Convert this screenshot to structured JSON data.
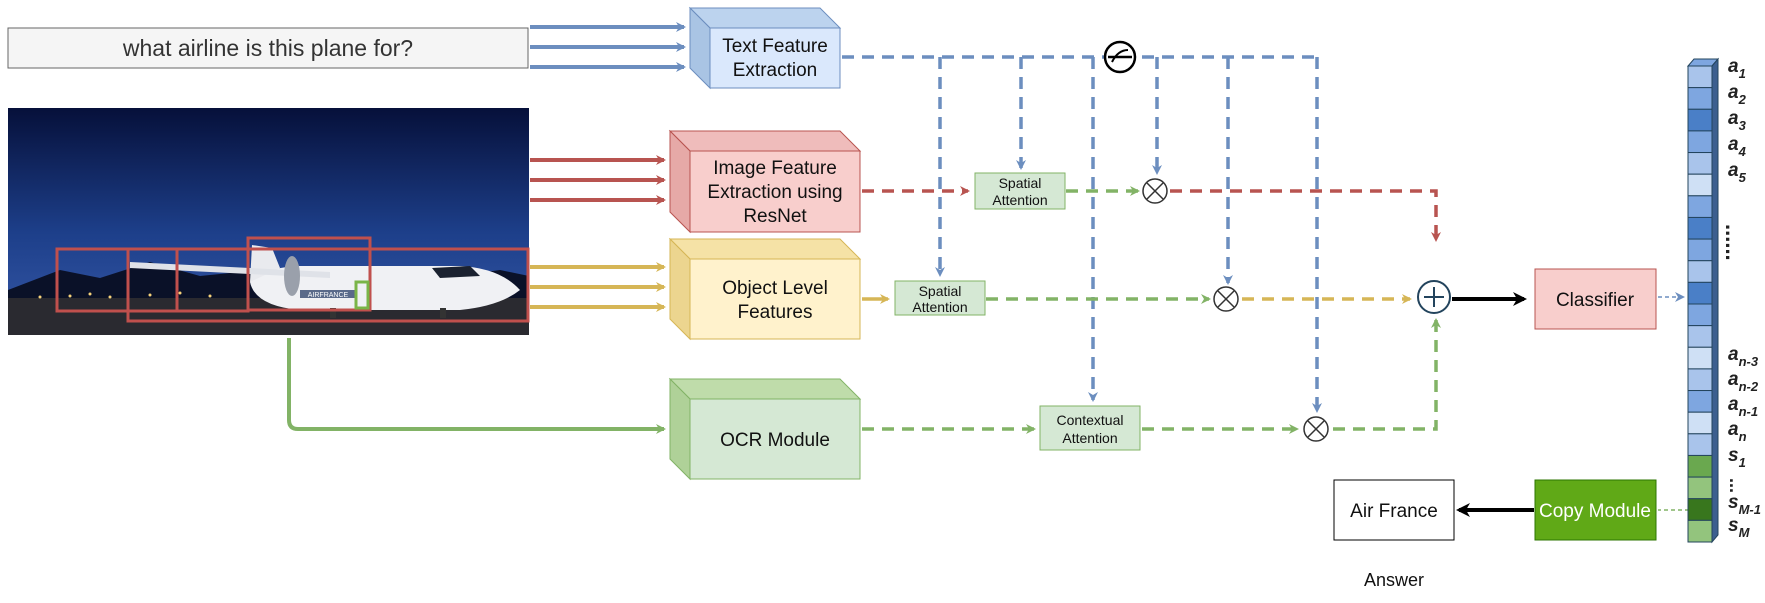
{
  "question": "what airline is this plane for?",
  "modules": {
    "text_feature": [
      "Text Feature",
      "Extraction"
    ],
    "image_feature": [
      "Image Feature",
      "Extraction using",
      "ResNet"
    ],
    "object_level": [
      "Object Level",
      "Features"
    ],
    "ocr": "OCR Module",
    "classifier": "Classifier",
    "copy_module": "Copy Module"
  },
  "attention": {
    "spatial_top": [
      "Spatial",
      "Attention"
    ],
    "spatial_mid": [
      "Spatial",
      "Attention"
    ],
    "contextual": [
      "Contextual",
      "Attention"
    ]
  },
  "image_scene": {
    "ocr_token": "AIRFRANCE"
  },
  "answer": {
    "value": "Air France",
    "label": "Answer"
  },
  "vocab": {
    "answer_tokens": [
      {
        "base": "a",
        "sub": "1"
      },
      {
        "base": "a",
        "sub": "2"
      },
      {
        "base": "a",
        "sub": "3"
      },
      {
        "base": "a",
        "sub": "4"
      },
      {
        "base": "a",
        "sub": "5"
      },
      {
        "base": "a",
        "sub": "n-3"
      },
      {
        "base": "a",
        "sub": "n-2"
      },
      {
        "base": "a",
        "sub": "n-1"
      },
      {
        "base": "a",
        "sub": "n"
      }
    ],
    "ocr_tokens": [
      {
        "base": "s",
        "sub": "1"
      },
      {
        "base": "s",
        "sub": "M-1"
      },
      {
        "base": "s",
        "sub": "M"
      }
    ],
    "ellipsis_vertical": "......",
    "ellipsis_short": "..."
  },
  "colors": {
    "blue": "#6c8ebf",
    "red": "#b85450",
    "yellow": "#d6b656",
    "green": "#82b366",
    "copy_green": "#60a917"
  }
}
